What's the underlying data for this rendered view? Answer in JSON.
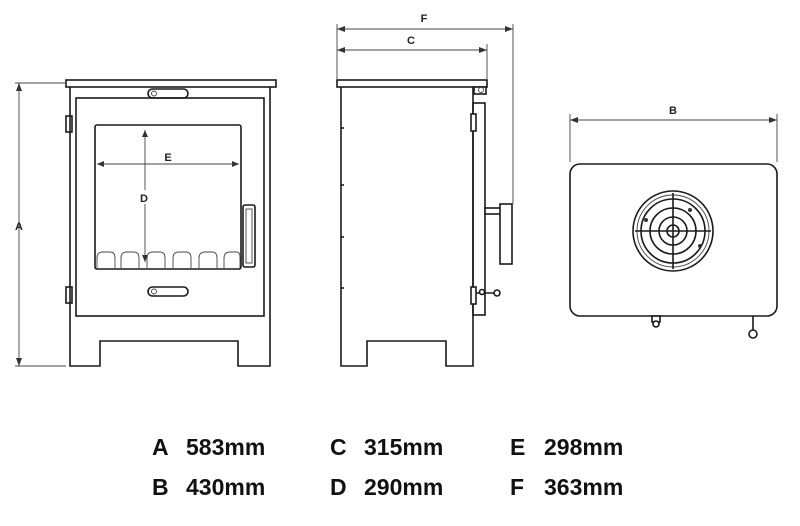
{
  "labels": {
    "A": "A",
    "B": "B",
    "C": "C",
    "D": "D",
    "E": "E",
    "F": "F"
  },
  "legend": [
    {
      "key": "A",
      "value": "583mm"
    },
    {
      "key": "B",
      "value": "430mm"
    },
    {
      "key": "C",
      "value": "315mm"
    },
    {
      "key": "D",
      "value": "290mm"
    },
    {
      "key": "E",
      "value": "298mm"
    },
    {
      "key": "F",
      "value": "363mm"
    }
  ]
}
